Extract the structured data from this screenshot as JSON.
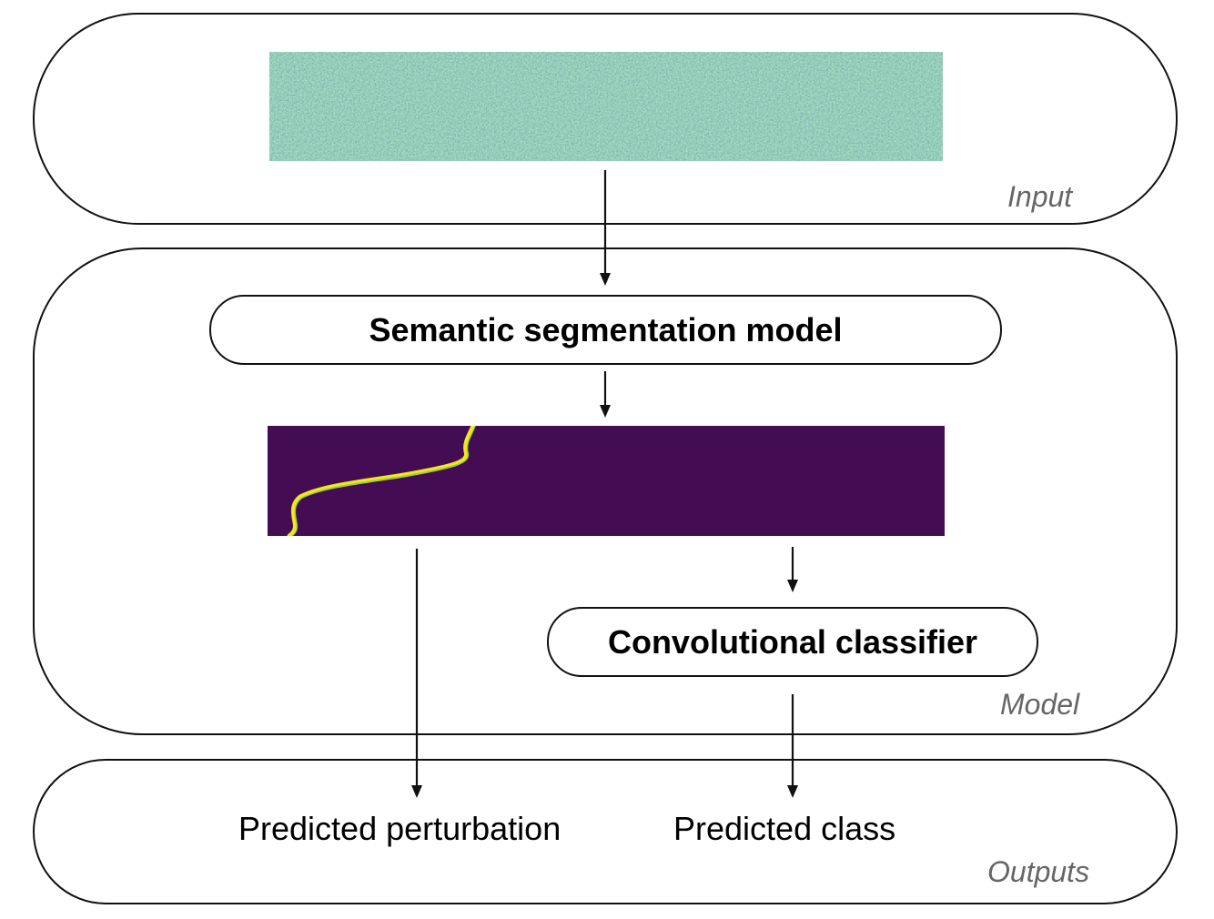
{
  "panels": {
    "input_label": "Input",
    "model_label": "Model",
    "outputs_label": "Outputs"
  },
  "model": {
    "segmentation_label": "Semantic segmentation model",
    "classifier_label": "Convolutional classifier"
  },
  "outputs": {
    "perturbation_label": "Predicted perturbation",
    "class_label": "Predicted class"
  },
  "colors": {
    "stroke": "#111111",
    "panel_label": "#666666",
    "input_noise_base": "#2f8b82",
    "input_noise_dark": "#3a5a8c",
    "input_noise_light": "#58b86e",
    "segmentation_background": "#440c52",
    "segmentation_trace": "#f4e61f"
  }
}
